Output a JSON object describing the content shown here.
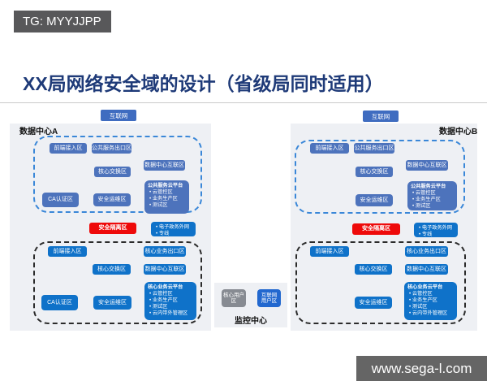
{
  "badge": {
    "text": "TG: MYYJJPP"
  },
  "title": {
    "text": "XX局网络安全域的设计（省级局同时适用）"
  },
  "labels": {
    "internet": "互联网",
    "monitor_center": "监控中心",
    "core_user_zone": "核心用户区",
    "internet_user_zone": "互联网用户区"
  },
  "colors": {
    "title": "#1e3a78",
    "slate_box": "#4d73bc",
    "vivid_box": "#0f72c9",
    "red_box": "#ee0a0a",
    "gray_box": "#878b92",
    "internet_box": "#3f6cc0",
    "panel_bg": "#eef0f4",
    "upper_dash_border": "#3a87d8",
    "lower_dash_border": "#2b2b2b"
  },
  "dcA": {
    "name": "数据中心A",
    "upper": {
      "front": "前端接入区",
      "public_exit": "公共服务出口区",
      "core_switch": "核心交换区",
      "dc_interconnect": "数据中心互联区",
      "cloud_title": "公共服务云平台",
      "cloud_items": [
        "云管控区",
        "业务生产区",
        "测试区"
      ],
      "ca": "CA认证区",
      "ops": "安全运维区"
    },
    "isolation": "安全隔离区",
    "egov_items": [
      "电子政务外网",
      "专线"
    ],
    "lower": {
      "front": "前端接入区",
      "core_exit": "核心业务出口区",
      "core_switch": "核心交换区",
      "dc_interconnect": "数据中心互联区",
      "cloud_title": "核心业务云平台",
      "cloud_items": [
        "云管控区",
        "业务生产区",
        "测试区",
        "云内带外管理区"
      ],
      "ca": "CA认证区",
      "ops": "安全运维区"
    }
  },
  "dcB": {
    "name": "数据中心B",
    "upper": {
      "front": "前端接入区",
      "public_exit": "公共服务出口区",
      "core_switch": "核心交换区",
      "dc_interconnect": "数据中心互联区",
      "cloud_title": "公共服务云平台",
      "cloud_items": [
        "云管控区",
        "业务生产区",
        "测试区"
      ],
      "ops": "安全运维区"
    },
    "isolation": "安全隔离区",
    "egov_items": [
      "电子政务外网",
      "专线"
    ],
    "lower": {
      "front": "前端接入区",
      "core_exit": "核心业务出口区",
      "core_switch": "核心交换区",
      "dc_interconnect": "数据中心互联区",
      "cloud_title": "核心业务云平台",
      "cloud_items": [
        "云管控区",
        "业务生产区",
        "测试区",
        "云内带外管理区"
      ],
      "ops": "安全运维区"
    }
  },
  "monitor": {
    "label": "监控中心",
    "core_user": "核心用户区",
    "internet_user": "互联网用户区"
  },
  "watermark": {
    "text": "www.sega-l.com"
  }
}
